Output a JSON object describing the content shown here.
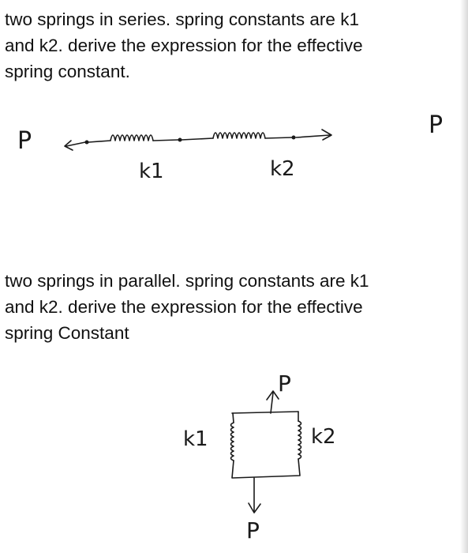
{
  "question_series": {
    "lines": [
      "two springs in series. spring constants are k1",
      "and k2. derive the expression for the effective",
      "spring constant."
    ]
  },
  "diagram_series": {
    "force_left": "P",
    "force_right": "P",
    "spring1_label": "k1",
    "spring2_label": "k2"
  },
  "question_parallel": {
    "lines": [
      "two springs in parallel. spring constants are k1",
      "and k2. derive the expression for the effective",
      "spring Constant"
    ]
  },
  "diagram_parallel": {
    "force_top": "P",
    "force_bottom": "P",
    "spring1_label": "k1",
    "spring2_label": "k2"
  }
}
